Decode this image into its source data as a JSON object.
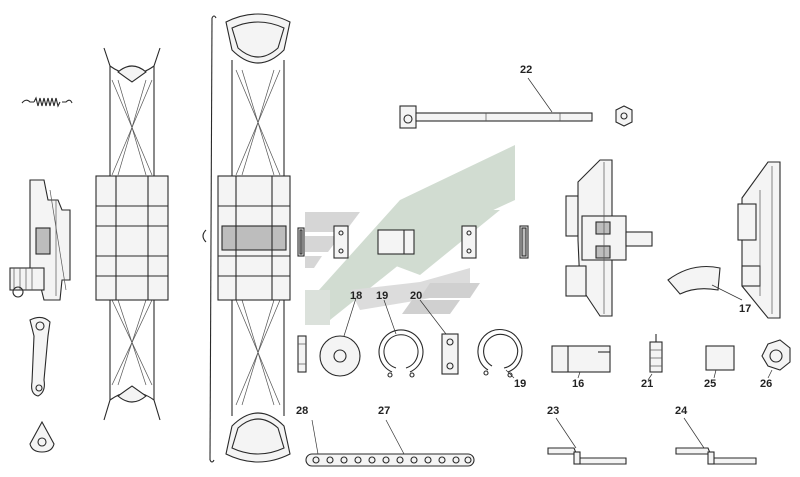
{
  "diagram": {
    "callouts": {
      "p16": "16",
      "p17": "17",
      "p18": "18",
      "p19a": "19",
      "p19b": "19",
      "p20": "20",
      "p21": "21",
      "p22": "22",
      "p23": "23",
      "p24": "24",
      "p25": "25",
      "p26": "26",
      "p27": "27",
      "p28": "28"
    },
    "colors": {
      "line": "#2a2a2a",
      "watermark_green": "#c9d6c9",
      "watermark_grey": "#cfcfcf",
      "background": "#ffffff"
    }
  }
}
